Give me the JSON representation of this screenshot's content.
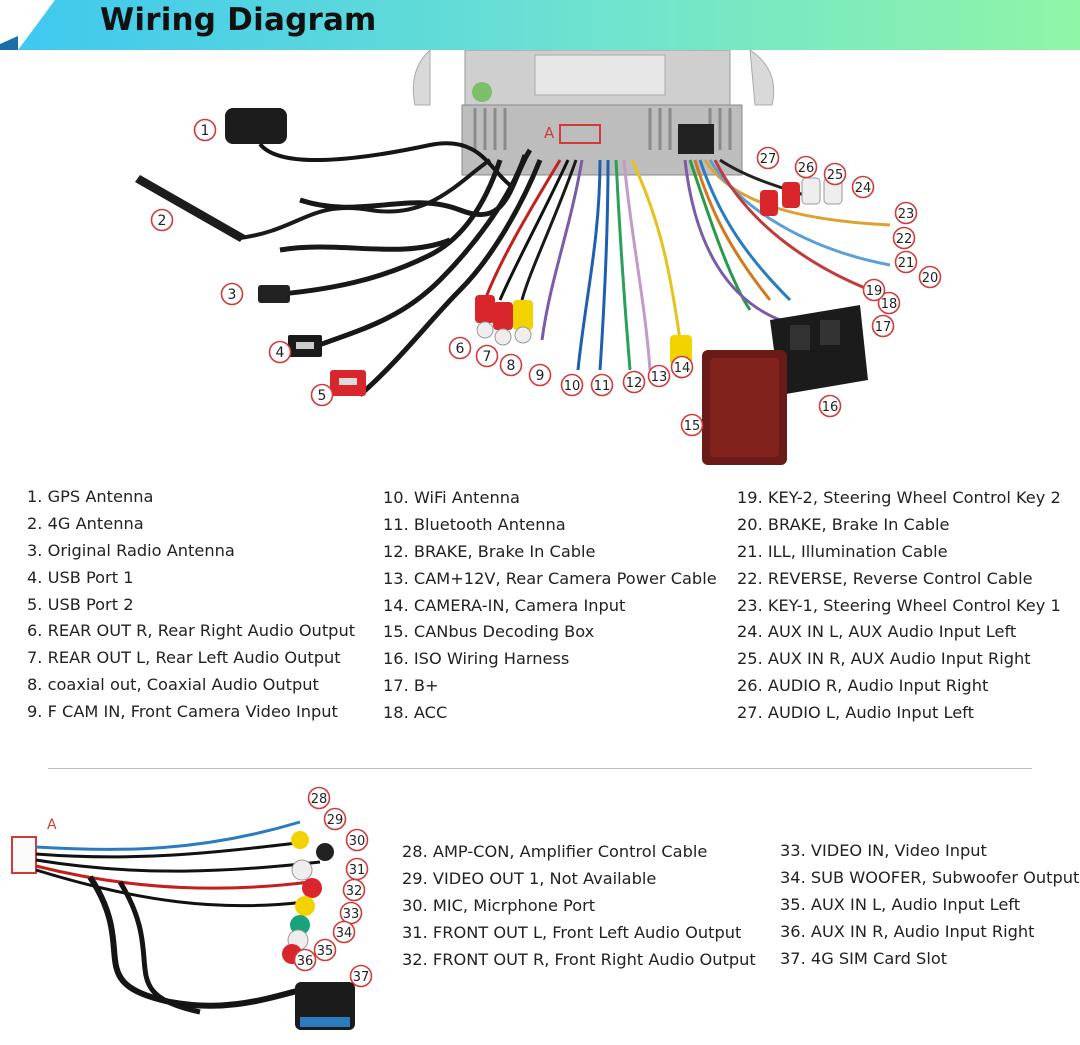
{
  "title": "Wiring Diagram",
  "colors": {
    "banner_left": "#3fc8ef",
    "banner_right": "#8ff5a6",
    "label_red": "#d23a3a"
  },
  "callout_A": "A",
  "callouts_top": [
    "1",
    "2",
    "3",
    "4",
    "5",
    "6",
    "7",
    "8",
    "9",
    "10",
    "11",
    "12",
    "13",
    "14",
    "15",
    "16",
    "17",
    "18",
    "19",
    "20",
    "21",
    "22",
    "23",
    "24",
    "25",
    "26",
    "27"
  ],
  "callouts_bottom": [
    "28",
    "29",
    "30",
    "31",
    "32",
    "33",
    "34",
    "35",
    "36",
    "37"
  ],
  "legend_col1": [
    "1. GPS Antenna",
    "2. 4G Antenna",
    "3. Original Radio Antenna",
    "4. USB Port 1",
    "5. USB Port 2",
    "6. REAR OUT R, Rear Right Audio Output",
    "7. REAR OUT L, Rear Left Audio Output",
    "8. coaxial out, Coaxial Audio Output",
    "9. F CAM IN, Front Camera Video Input"
  ],
  "legend_col2": [
    "10. WiFi Antenna",
    "11. Bluetooth Antenna",
    "12. BRAKE, Brake In Cable",
    "13. CAM+12V, Rear Camera Power Cable",
    "14. CAMERA-IN, Camera Input",
    "15. CANbus Decoding Box",
    "16. ISO Wiring Harness",
    "17. B+",
    "18. ACC"
  ],
  "legend_col3": [
    "19. KEY-2, Steering Wheel Control Key 2",
    "20. BRAKE, Brake In Cable",
    "21. ILL, Illumination Cable",
    "22. REVERSE, Reverse Control Cable",
    "23. KEY-1, Steering Wheel Control Key 1",
    "24. AUX IN L, AUX Audio Input Left",
    "25. AUX IN R, AUX Audio Input Right",
    "26. AUDIO R, Audio Input Right",
    "27. AUDIO L, Audio Input Left"
  ],
  "legend_col4": [
    "28. AMP-CON, Amplifier Control Cable",
    "29. VIDEO OUT 1, Not Available",
    "30. MIC, Micrphone Port",
    "31. FRONT OUT L, Front Left Audio Output",
    "32. FRONT OUT R, Front Right Audio Output"
  ],
  "legend_col5": [
    "33. VIDEO IN, Video Input",
    "34. SUB WOOFER, Subwoofer Output",
    "35. AUX IN L, Audio Input Left",
    "36. AUX IN R, Audio Input Right",
    "37. 4G SIM Card Slot"
  ]
}
